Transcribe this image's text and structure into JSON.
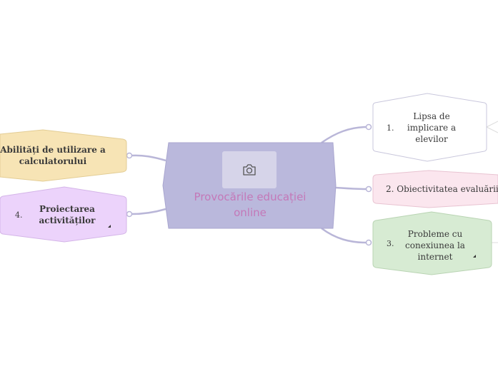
{
  "central": {
    "title": "Provocările educației online",
    "image_icon": "camera-icon"
  },
  "branches": [
    {
      "id": "lipsa",
      "number": "1.",
      "text": "Lipsa de implicare a elevilor",
      "color": "#ffffff",
      "border": "#c5c3d9"
    },
    {
      "id": "obiectivitatea",
      "number": "",
      "text": "2. Obiectivitatea evaluării",
      "color": "#fbe6ee",
      "border": "#e8c3d1"
    },
    {
      "id": "probleme",
      "number": "3.",
      "text": "Probleme cu conexiunea la internet",
      "color": "#d7ebd3",
      "border": "#b9d4b3"
    },
    {
      "id": "abilitati",
      "number": "",
      "text": "Abilități de utilizare a calculatorului",
      "color": "#f7e4b5",
      "border": "#e3cd95"
    },
    {
      "id": "proiectarea",
      "number": "4.",
      "text": "Proiectarea activităților",
      "color": "#ecd3fb",
      "border": "#d4b5e8"
    }
  ]
}
